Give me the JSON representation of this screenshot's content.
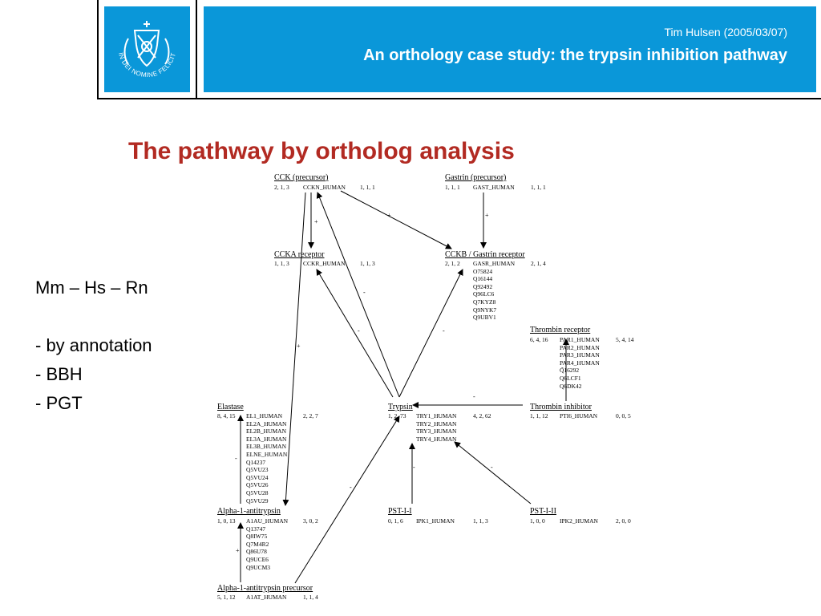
{
  "header": {
    "author": "Tim Hulsen (2005/03/07)",
    "subtitle": "An orthology case study: the trypsin inhibition pathway",
    "logo_icon": "university-seal-icon",
    "logo_text": "IN DEI NOMINE FELICITER",
    "banner_color": "#0a97d9"
  },
  "title": "The pathway by ortholog analysis",
  "title_color": "#b22a22",
  "sidebar": {
    "species": "Mm – Hs – Rn",
    "methods": [
      "- by annotation",
      "- BBH",
      "- PGT"
    ]
  },
  "nodes": {
    "cck": {
      "name": "CCK (precursor)",
      "nums": "2, 1, 3",
      "ids": [
        "CCKN_HUMAN"
      ],
      "right": "1, 1, 1"
    },
    "gastrin": {
      "name": "Gastrin (precursor)",
      "nums": "1, 1, 1",
      "ids": [
        "GAST_HUMAN"
      ],
      "right": "1, 1, 1"
    },
    "ccka": {
      "name": "CCKA receptor",
      "nums": "1, 1, 3",
      "ids": [
        "CCKR_HUMAN"
      ],
      "right": "1, 1, 3"
    },
    "cckb": {
      "name": "CCKB / Gastrin receptor",
      "nums": "2, 1, 2",
      "ids": [
        "GASR_HUMAN",
        "O75824",
        "Q16144",
        "Q92492",
        "Q96LC6",
        "Q7KYZ8",
        "Q9NYK7",
        "Q9UBV1"
      ],
      "right": "2, 1, 4"
    },
    "thrombin_receptor": {
      "name": "Thrombin receptor",
      "nums": "6, 4, 16",
      "ids": [
        "PAR1_HUMAN",
        "PAR2_HUMAN",
        "PAR3_HUMAN",
        "PAR4_HUMAN",
        "Q16292",
        "Q6LCF1",
        "Q6DK42"
      ],
      "right": "5, 4, 14"
    },
    "elastase": {
      "name": "Elastase",
      "nums": "8, 4, 15",
      "ids": [
        "EL1_HUMAN",
        "EL2A_HUMAN",
        "EL2B_HUMAN",
        "EL3A_HUMAN",
        "EL3B_HUMAN",
        "ELNE_HUMAN",
        "Q14237",
        "Q5VU23",
        "Q5VU24",
        "Q5VU26",
        "Q5VU28",
        "Q5VU29"
      ],
      "right": "2, 2, 7"
    },
    "trypsin": {
      "name": "Trypsin",
      "nums": "1, 2, 73",
      "ids": [
        "TRY1_HUMAN",
        "TRY2_HUMAN",
        "TRY3_HUMAN",
        "TRY4_HUMAN"
      ],
      "right": "4, 2, 62"
    },
    "thrombin_inhibitor": {
      "name": "Thrombin inhibitor",
      "nums": "1, 1, 12",
      "ids": [
        "PTI6_HUMAN"
      ],
      "right": "0, 0, 5"
    },
    "a1at": {
      "name": "Alpha-1-antitrypsin",
      "nums": "1, 0, 13",
      "ids": [
        "A1AU_HUMAN",
        "Q13747",
        "Q8IW75",
        "Q7M4R2",
        "Q86U78",
        "Q9UCE6",
        "Q9UCM3"
      ],
      "right": "3, 0, 2"
    },
    "pst1": {
      "name": "PST-I-I",
      "nums": "0, 1, 6",
      "ids": [
        "IPK1_HUMAN"
      ],
      "right": "1, 1, 3"
    },
    "pst2": {
      "name": "PST-I-II",
      "nums": "1, 0, 0",
      "ids": [
        "IPK2_HUMAN"
      ],
      "right": "2, 0, 0"
    },
    "a1at_precursor": {
      "name": "Alpha-1-antitrypsin precursor",
      "nums": "5, 1, 12",
      "ids": [
        "A1AT_HUMAN"
      ],
      "right": "1, 1, 4"
    }
  },
  "edge_signs": {
    "cck_ccka": "+",
    "cck_cckb": "+",
    "gastrin_cckb": "+",
    "trypsin_ccka": "-",
    "trypsin_cckb": "-",
    "trypsin_cck": "-",
    "cck_a1at": "+",
    "thrombin_inhibitor_receptor": "-",
    "thrombin_inhibitor_trypsin": "-",
    "elastase_a1at": "-",
    "precursor_a1at": "+",
    "precursor_trypsin": "-",
    "pst1_trypsin": "-",
    "pst2_trypsin": "-"
  }
}
